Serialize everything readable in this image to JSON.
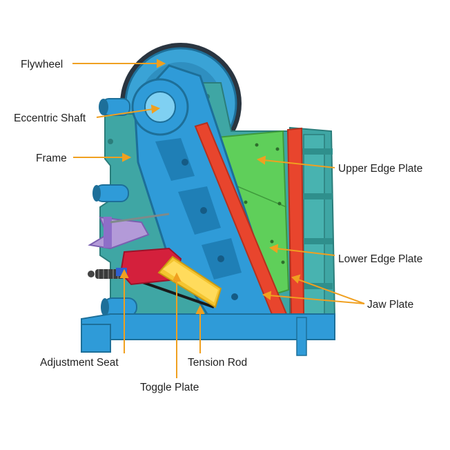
{
  "labels": {
    "flywheel": "Flywheel",
    "eccentric_shaft": "Eccentric Shaft",
    "frame": "Frame",
    "upper_edge_plate": "Upper Edge Plate",
    "lower_edge_plate": "Lower Edge Plate",
    "jaw_plate": "Jaw Plate",
    "adjustment_seat": "Adjustment Seat",
    "tension_rod": "Tension Rod",
    "toggle_plate": "Toggle Plate"
  },
  "colors": {
    "leader_line": "#f0a020",
    "frame": "#3fa6a4",
    "pitman": "#2f9bd8",
    "jaw_plate": "#e8452d",
    "edge_plate": "#5fcf5a",
    "toggle_plate": "#f4c531",
    "adjustment_seat": "#d4203c",
    "flywheel": "#2a3540",
    "label_text": "#222222"
  }
}
